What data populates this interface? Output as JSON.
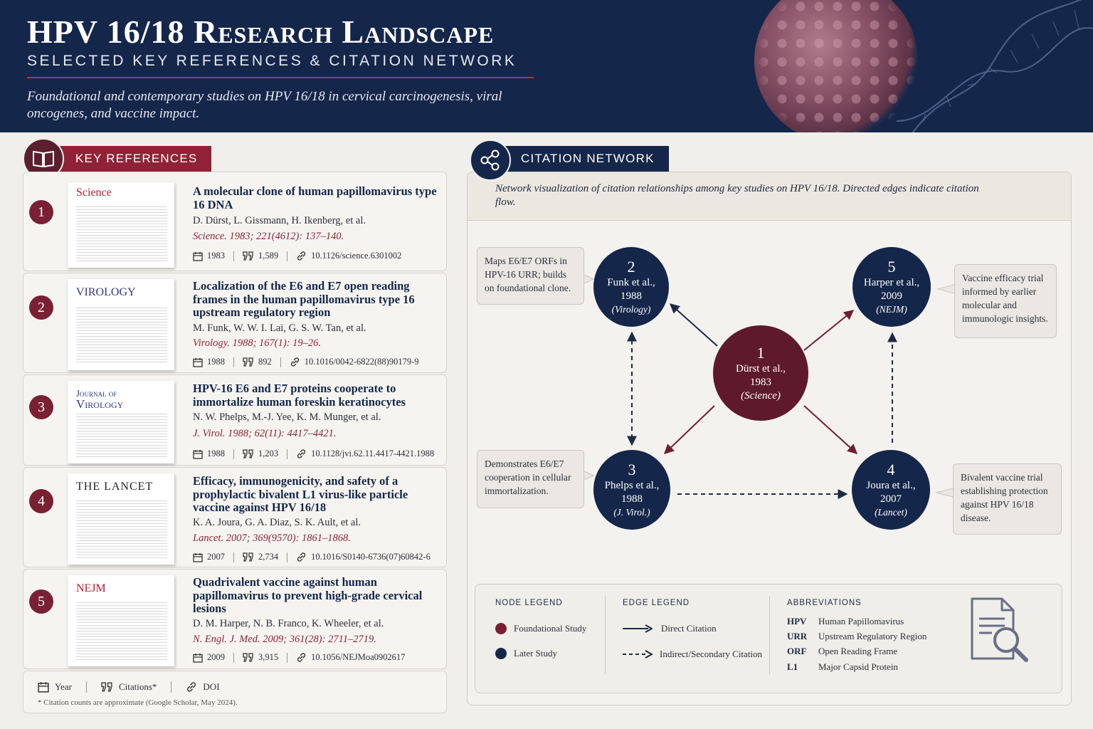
{
  "header": {
    "title": "HPV 16/18 Research Landscape",
    "subtitle": "SELECTED KEY REFERENCES & CITATION NETWORK",
    "tagline": "Foundational and contemporary studies on HPV 16/18 in cervical carcinogenesis, viral oncogenes, and vaccine impact."
  },
  "colors": {
    "navy": "#14264a",
    "maroon": "#7a2033",
    "accent_red": "#8f2236",
    "background": "#f1efeb"
  },
  "key_references": {
    "label": "KEY REFERENCES",
    "icon": "open-book-icon",
    "items": [
      {
        "number": "1",
        "journal_logo": "Science",
        "title": "A molecular clone of human papillomavirus type 16 DNA",
        "authors": "D. Dürst, L. Gissmann, H. Ikenberg, et al.",
        "citation": "Science. 1983; 221(4612): 137–140.",
        "year": "1983",
        "citations": "1,589",
        "doi": "10.1126/science.6301002"
      },
      {
        "number": "2",
        "journal_logo": "VIROLOGY",
        "title": "Localization of the E6 and E7 open reading frames in the human papillomavirus type 16 upstream regulatory region",
        "authors": "M. Funk, W. W. I. Lai, G. S. W. Tan, et al.",
        "citation": "Virology. 1988; 167(1): 19–26.",
        "year": "1988",
        "citations": "892",
        "doi": "10.1016/0042-6822(88)90179-9"
      },
      {
        "number": "3",
        "journal_logo_line1": "Journal of",
        "journal_logo_line2": "Virology",
        "title": "HPV-16 E6 and E7 proteins cooperate to immortalize human foreskin keratinocytes",
        "authors": "N. W. Phelps, M.-J. Yee, K. M. Munger, et al.",
        "citation": "J. Virol. 1988; 62(11): 4417–4421.",
        "year": "1988",
        "citations": "1,203",
        "doi": "10.1128/jvi.62.11.4417-4421.1988"
      },
      {
        "number": "4",
        "journal_logo": "THE LANCET",
        "title": "Efficacy, immunogenicity, and safety of a prophylactic bivalent L1 virus-like particle vaccine against HPV 16/18",
        "authors": "K. A. Joura, G. A. Diaz, S. K. Ault, et al.",
        "citation": "Lancet. 2007; 369(9570): 1861–1868.",
        "year": "2007",
        "citations": "2,734",
        "doi": "10.1016/S0140-6736(07)60842-6"
      },
      {
        "number": "5",
        "journal_logo": "NEJM",
        "title": "Quadrivalent vaccine against human papillomavirus to prevent high-grade cervical lesions",
        "authors": "D. M. Harper, N. B. Franco, K. Wheeler, et al.",
        "citation": "N. Engl. J. Med. 2009; 361(28): 2711–2719.",
        "year": "2009",
        "citations": "3,915",
        "doi": "10.1056/NEJMoa0902617"
      }
    ],
    "legend": {
      "year": "Year",
      "citations": "Citations*",
      "doi": "DOI",
      "note": "* Citation counts are approximate (Google Scholar, May 2024)."
    }
  },
  "citation_network": {
    "label": "CITATION NETWORK",
    "icon": "share-network-icon",
    "description": "Network visualization of citation relationships among key studies on HPV 16/18. Directed edges indicate citation flow.",
    "nodes": [
      {
        "id": "1",
        "number": "1",
        "authors": "Dürst et al.,",
        "year": "1983",
        "journal": "(Science)",
        "type": "foundational"
      },
      {
        "id": "2",
        "number": "2",
        "authors": "Funk et al.,",
        "year": "1988",
        "journal": "(Virology)",
        "type": "later"
      },
      {
        "id": "3",
        "number": "3",
        "authors": "Phelps et al.,",
        "year": "1988",
        "journal": "(J. Virol.)",
        "type": "later"
      },
      {
        "id": "4",
        "number": "4",
        "authors": "Joura et al.,",
        "year": "2007",
        "journal": "(Lancet)",
        "type": "later"
      },
      {
        "id": "5",
        "number": "5",
        "authors": "Harper et al.,",
        "year": "2009",
        "journal": "(NEJM)",
        "type": "later"
      }
    ],
    "edges": [
      {
        "from": "1",
        "to": "2",
        "style": "direct"
      },
      {
        "from": "1",
        "to": "3",
        "style": "direct"
      },
      {
        "from": "1",
        "to": "4",
        "style": "direct"
      },
      {
        "from": "1",
        "to": "5",
        "style": "direct"
      },
      {
        "from": "2",
        "to": "3",
        "style": "indirect",
        "bidirectional": true
      },
      {
        "from": "3",
        "to": "4",
        "style": "indirect"
      },
      {
        "from": "4",
        "to": "5",
        "style": "indirect"
      }
    ],
    "callouts": {
      "node2": "Maps E6/E7 ORFs in HPV-16 URR; builds on foundational clone.",
      "node3": "Demonstrates E6/E7 cooperation in cellular immortalization.",
      "node5": "Vaccine efficacy trial informed by earlier molecular and immunologic insights.",
      "node4": "Bivalent vaccine trial establishing protection against HPV 16/18 disease."
    },
    "legend": {
      "node_heading": "NODE LEGEND",
      "foundational": "Foundational Study",
      "later": "Later Study",
      "edge_heading": "EDGE LEGEND",
      "direct": "Direct Citation",
      "indirect": "Indirect/Secondary Citation",
      "abbr_heading": "ABBREVIATIONS",
      "abbreviations": [
        {
          "key": "HPV",
          "value": "Human Papillomavirus"
        },
        {
          "key": "URR",
          "value": "Upstream Regulatory Region"
        },
        {
          "key": "ORF",
          "value": "Open Reading Frame"
        },
        {
          "key": "L1",
          "value": "Major Capsid Protein"
        }
      ],
      "document_icon": "document-magnifier-icon"
    }
  }
}
